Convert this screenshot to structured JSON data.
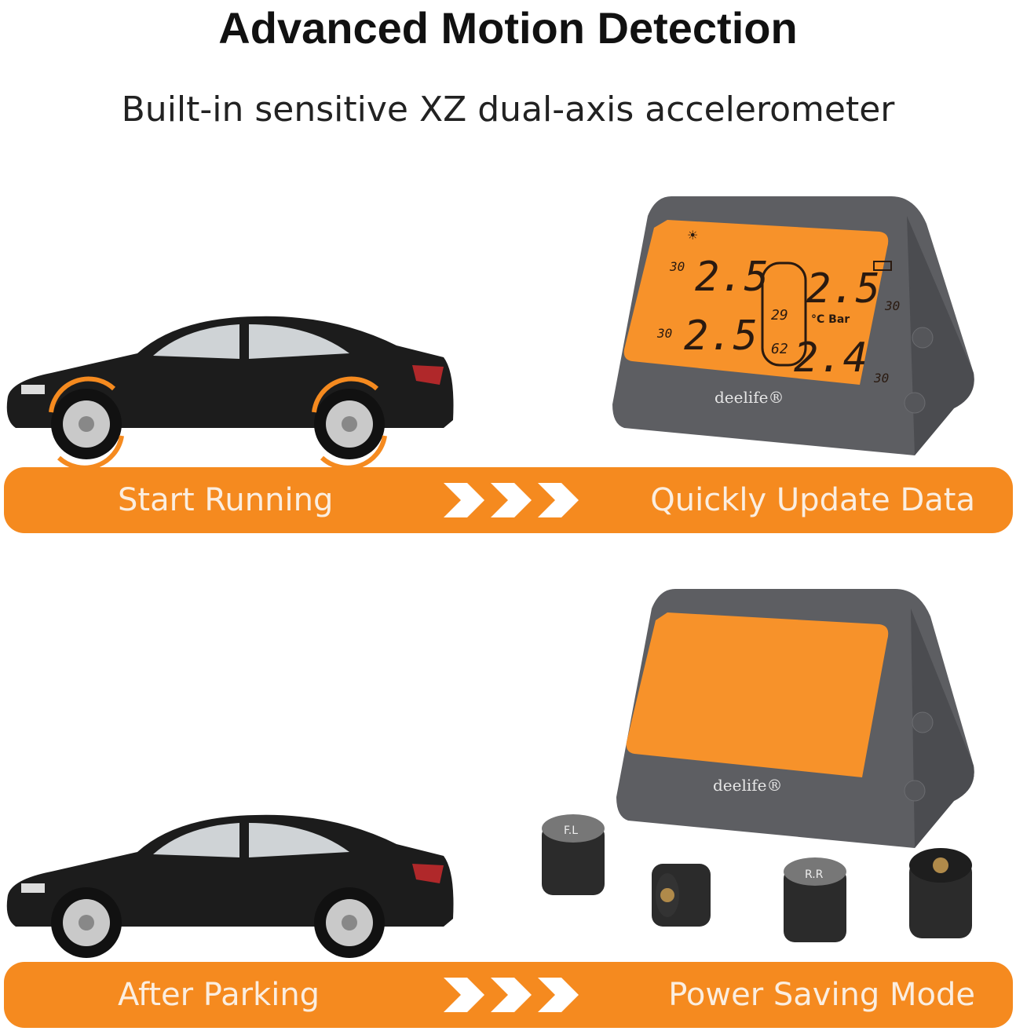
{
  "title": "Advanced Motion Detection",
  "subtitle": "Built-in sensitive XZ dual-axis accelerometer",
  "row1": {
    "left_label": "Start Running",
    "right_label": "Quickly Update Data",
    "display": {
      "fl": "2.5",
      "fr": "2.5",
      "rl": "2.5",
      "rr": "2.4",
      "temp_fl": "30",
      "temp_fr": "30",
      "temp_rl": "30",
      "temp_rr": "30",
      "center_top": "29",
      "center_bottom": "62",
      "units": "°C Bar",
      "brand": "deelife®"
    }
  },
  "row2": {
    "left_label": "After Parking",
    "right_label": "Power Saving Mode",
    "brand": "deelife®",
    "sensors": [
      "F.L",
      "R.R"
    ]
  },
  "colors": {
    "accent": "#f58a1f",
    "display": "#f7922a",
    "device": "#5d5e62",
    "car": "#1c1c1c"
  }
}
